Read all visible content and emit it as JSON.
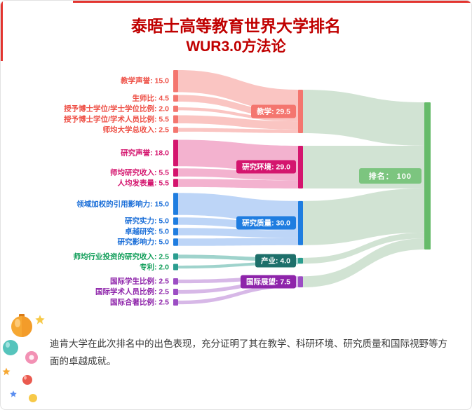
{
  "header": {
    "title_line1": "泰晤士高等教育世界大学排名",
    "title_line2": "WUR3.0方法论"
  },
  "chart_data": {
    "type": "sankey",
    "title": "泰晤士高等教育世界大学排名 WUR3.0方法论",
    "orientation": "left-to-right",
    "target": {
      "label": "排名",
      "value": 100,
      "bar_color": "#66bb6a",
      "box_color": "#7cc57f",
      "flow_color": "rgba(163,200,168,0.5)"
    },
    "groups": [
      {
        "id": "teaching",
        "label": "教学",
        "total": 29.5,
        "bar_color": "#f4766f",
        "box_color": "#f4766f",
        "text_color": "#ee4e44",
        "flow_color": "rgba(246,139,134,0.5)",
        "sources": [
          {
            "label": "教学声誉",
            "value": 15.0
          },
          {
            "label": "生师比",
            "value": 4.5
          },
          {
            "label": "授予博士学位/学士学位比例",
            "value": 2.0
          },
          {
            "label": "授予博士学位/学术人员比例",
            "value": 5.5
          },
          {
            "label": "师均大学总收入",
            "value": 2.5
          }
        ]
      },
      {
        "id": "research-environment",
        "label": "研究环境",
        "total": 29.0,
        "bar_color": "#d4156e",
        "box_color": "#d4156e",
        "text_color": "#d4156e",
        "flow_color": "rgba(228,84,148,0.45)",
        "sources": [
          {
            "label": "研究声誉",
            "value": 18.0
          },
          {
            "label": "师均研究收入",
            "value": 5.5
          },
          {
            "label": "人均发表量",
            "value": 5.5
          }
        ]
      },
      {
        "id": "research-quality",
        "label": "研究质量",
        "total": 30.0,
        "bar_color": "#1f7de0",
        "box_color": "#1f7de0",
        "text_color": "#1a6ed8",
        "flow_color": "rgba(90,150,235,0.4)",
        "sources": [
          {
            "label": "领域加权的引用影响力",
            "value": 15.0
          },
          {
            "label": "研究实力",
            "value": 5.0
          },
          {
            "label": "卓越研究",
            "value": 5.0
          },
          {
            "label": "研究影响力",
            "value": 5.0
          }
        ]
      },
      {
        "id": "industry",
        "label": "产业",
        "total": 4.0,
        "bar_color": "#2a9d8f",
        "box_color": "#1d6f6a",
        "text_color": "#0f9d58",
        "flow_color": "rgba(42,157,143,0.45)",
        "sources": [
          {
            "label": "师均行业投资的研究收入",
            "value": 2.5
          },
          {
            "label": "专利",
            "value": 2.0
          }
        ]
      },
      {
        "id": "international-outlook",
        "label": "国际展望",
        "total": 7.5,
        "bar_color": "#9c4dc4",
        "box_color": "#8e24aa",
        "text_color": "#8e24aa",
        "flow_color": "rgba(156,77,196,0.4)",
        "sources": [
          {
            "label": "国际学生比例",
            "value": 2.5
          },
          {
            "label": "国际学术人员比例",
            "value": 2.5
          },
          {
            "label": "国际合著比例",
            "value": 2.5
          }
        ]
      }
    ]
  },
  "footer": {
    "text": "迪肯大学在此次排名中的出色表现，充分证明了其在教学、科研环境、研究质量和国际视野等方面的卓越成就。"
  },
  "colors": {
    "title": "#c00000",
    "accent_border": "#e3342f"
  }
}
